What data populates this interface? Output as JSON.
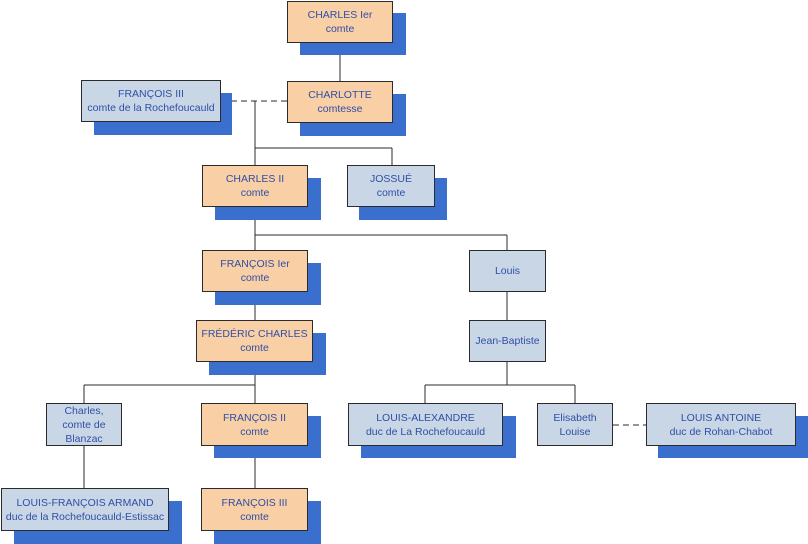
{
  "palette": {
    "orange": "#f9cfa6",
    "blue": "#c9d6e6",
    "shadow": "#3a6fce",
    "line": "#2b2b2b",
    "text": "#2f4fa6"
  },
  "nodes": {
    "charles_1": {
      "lines": [
        "CHARLES Ier",
        "comte"
      ],
      "color": "orange"
    },
    "charlotte": {
      "lines": [
        "CHARLOTTE",
        "comtesse"
      ],
      "color": "orange"
    },
    "francois_3_rochefoucauld": {
      "lines": [
        "FRANÇOIS III",
        "comte de la Rochefoucauld"
      ],
      "color": "blue"
    },
    "charles_2": {
      "lines": [
        "CHARLES II",
        "comte"
      ],
      "color": "orange"
    },
    "josue": {
      "lines": [
        "JOSSUÉ",
        "comte"
      ],
      "color": "blue"
    },
    "francois_1": {
      "lines": [
        "FRANÇOIS Ier",
        "comte"
      ],
      "color": "orange"
    },
    "louis": {
      "lines": [
        "Louis"
      ],
      "color": "blue"
    },
    "frederic_charles": {
      "lines": [
        "FRÉDÉRIC CHARLES",
        "comte"
      ],
      "color": "orange"
    },
    "jean_baptiste": {
      "lines": [
        "Jean-Baptiste"
      ],
      "color": "blue"
    },
    "charles_blanzac": {
      "lines": [
        "Charles,",
        "comte de",
        "Blanzac"
      ],
      "color": "blue"
    },
    "francois_2": {
      "lines": [
        "FRANÇOIS II",
        "comte"
      ],
      "color": "orange"
    },
    "louis_alexandre": {
      "lines": [
        "LOUIS-ALEXANDRE",
        "duc de La Rochefoucauld"
      ],
      "color": "blue"
    },
    "elisabeth_louise": {
      "lines": [
        "Elisabeth",
        "Louise"
      ],
      "color": "blue"
    },
    "louis_antoine": {
      "lines": [
        "LOUIS ANTOINE",
        "duc de Rohan-Chabot"
      ],
      "color": "blue"
    },
    "louis_francois_armand": {
      "lines": [
        "LOUIS-FRANÇOIS ARMAND",
        "duc de la Rochefoucauld-Estissac"
      ],
      "color": "blue"
    },
    "francois_3": {
      "lines": [
        "FRANÇOIS III",
        "comte"
      ],
      "color": "orange"
    }
  },
  "relations": {
    "parent_child": [
      [
        "charles_1",
        "charlotte"
      ],
      [
        "charlotte",
        "charles_2"
      ],
      [
        "charlotte",
        "josue"
      ],
      [
        "charles_2",
        "francois_1"
      ],
      [
        "charles_2",
        "louis"
      ],
      [
        "francois_1",
        "frederic_charles"
      ],
      [
        "louis",
        "jean_baptiste"
      ],
      [
        "frederic_charles",
        "charles_blanzac"
      ],
      [
        "frederic_charles",
        "francois_2"
      ],
      [
        "jean_baptiste",
        "louis_alexandre"
      ],
      [
        "jean_baptiste",
        "elisabeth_louise"
      ],
      [
        "charles_blanzac",
        "louis_francois_armand"
      ],
      [
        "francois_2",
        "francois_3"
      ]
    ],
    "spouses": [
      [
        "francois_3_rochefoucauld",
        "charlotte"
      ],
      [
        "elisabeth_louise",
        "louis_antoine"
      ]
    ]
  }
}
